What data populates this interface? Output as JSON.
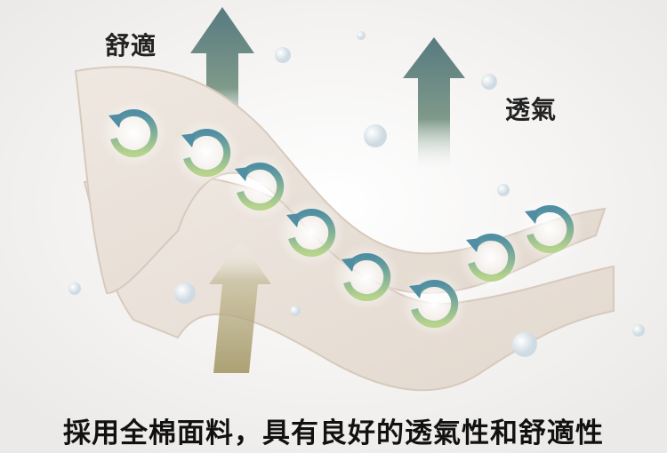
{
  "labels": {
    "comfort": "舒適",
    "breathable": "透氣"
  },
  "caption": "採用全棉面料，具有良好的透氣性和舒適性",
  "colors": {
    "fabric": "#ece4dc",
    "fabric_edge": "#d8ccc0",
    "arrow_top": "#5e7d80",
    "arrow_bottom": "#8a8a4a",
    "cycle_blue": "#5b93a3",
    "cycle_green": "#a9c98a"
  }
}
